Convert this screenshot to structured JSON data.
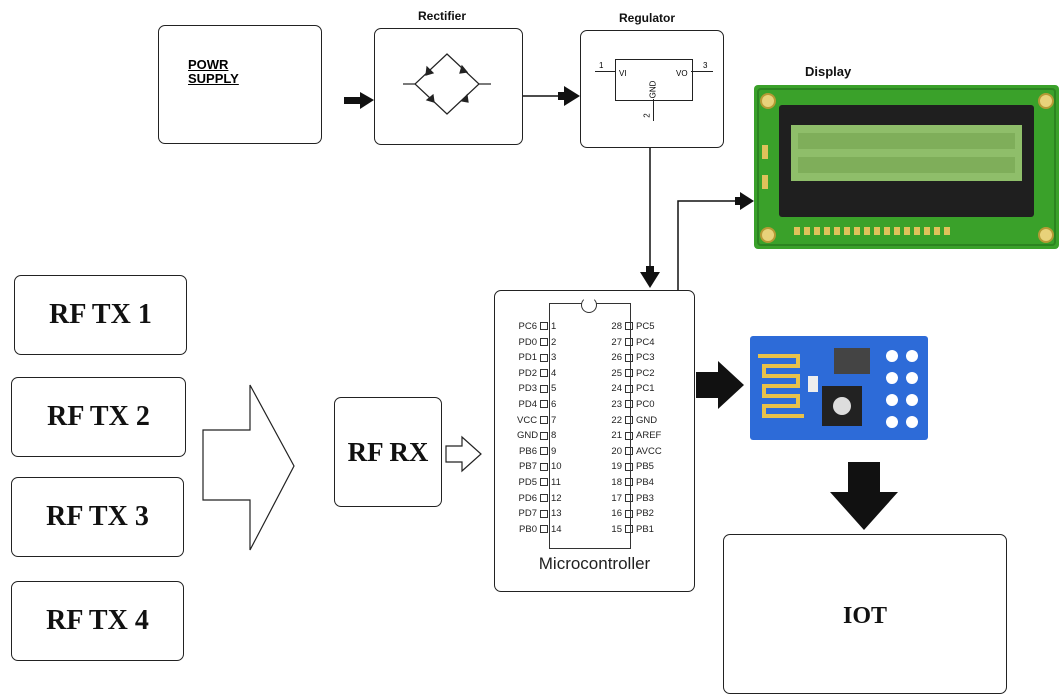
{
  "power_supply": {
    "line1": "POWR",
    "line2": "SUPPLY"
  },
  "rectifier": {
    "label": "Rectifier"
  },
  "regulator": {
    "label": "Regulator",
    "pin1": "1",
    "pin2": "2",
    "pin3": "3",
    "vi": "VI",
    "vo": "VO",
    "gnd": "GND"
  },
  "display": {
    "label": "Display"
  },
  "transmitters": [
    "RF TX 1",
    "RF TX 2",
    "RF TX 3",
    "RF TX 4"
  ],
  "receiver": {
    "label": "RF RX"
  },
  "microcontroller": {
    "label": "Microcontroller",
    "left_pins": [
      {
        "name": "PC6",
        "num": "1"
      },
      {
        "name": "PD0",
        "num": "2"
      },
      {
        "name": "PD1",
        "num": "3"
      },
      {
        "name": "PD2",
        "num": "4"
      },
      {
        "name": "PD3",
        "num": "5"
      },
      {
        "name": "PD4",
        "num": "6"
      },
      {
        "name": "VCC",
        "num": "7"
      },
      {
        "name": "GND",
        "num": "8"
      },
      {
        "name": "PB6",
        "num": "9"
      },
      {
        "name": "PB7",
        "num": "10"
      },
      {
        "name": "PD5",
        "num": "11"
      },
      {
        "name": "PD6",
        "num": "12"
      },
      {
        "name": "PD7",
        "num": "13"
      },
      {
        "name": "PB0",
        "num": "14"
      }
    ],
    "right_pins": [
      {
        "num": "28",
        "name": "PC5"
      },
      {
        "num": "27",
        "name": "PC4"
      },
      {
        "num": "26",
        "name": "PC3"
      },
      {
        "num": "25",
        "name": "PC2"
      },
      {
        "num": "24",
        "name": "PC1"
      },
      {
        "num": "23",
        "name": "PC0"
      },
      {
        "num": "22",
        "name": "GND"
      },
      {
        "num": "21",
        "name": "AREF"
      },
      {
        "num": "20",
        "name": "AVCC"
      },
      {
        "num": "19",
        "name": "PB5"
      },
      {
        "num": "18",
        "name": "PB4"
      },
      {
        "num": "17",
        "name": "PB3"
      },
      {
        "num": "16",
        "name": "PB2"
      },
      {
        "num": "15",
        "name": "PB1"
      }
    ]
  },
  "iot": {
    "label": "IOT"
  },
  "colors": {
    "pcb_green": "#3aa12a",
    "lcd_bg": "#8fbe6a",
    "wifi_blue": "#2d6bd8"
  }
}
